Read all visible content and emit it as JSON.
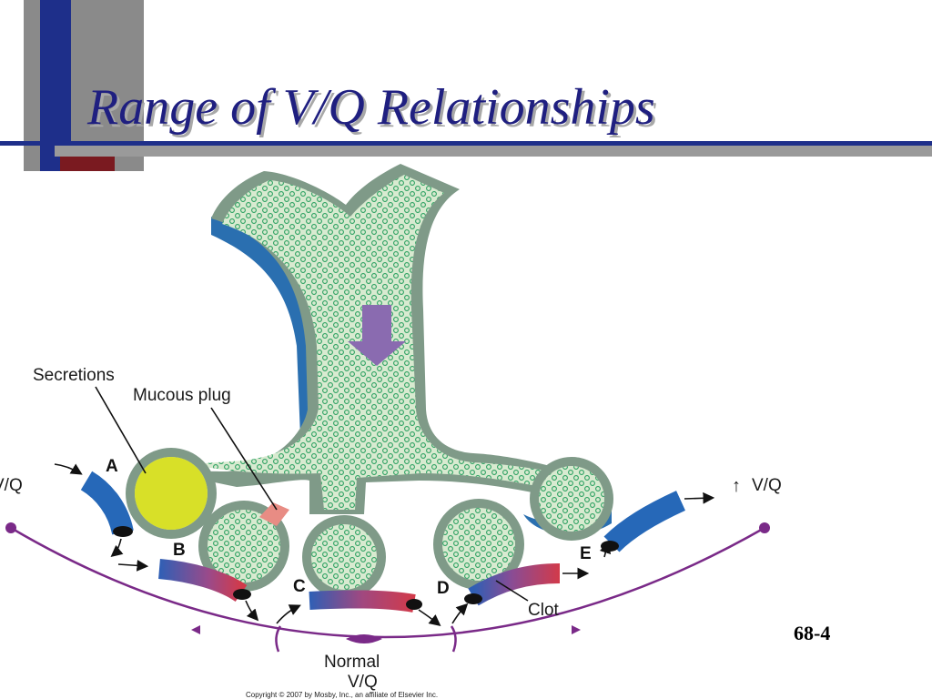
{
  "slide": {
    "title": "Range of V/Q Relationships",
    "number": "68-4"
  },
  "diagram": {
    "labels": {
      "secretions": "Secretions",
      "mucous_plug": "Mucous plug",
      "vq_left": "V/Q",
      "vq_right": "V/Q",
      "up_arrow": "↑",
      "clot": "Clot",
      "normal_line1": "Normal",
      "normal_line2": "V/Q",
      "copyright": "Copyright © 2007 by Mosby, Inc., an affiliate of Elsevier Inc."
    },
    "units": [
      {
        "letter": "A"
      },
      {
        "letter": "B"
      },
      {
        "letter": "C"
      },
      {
        "letter": "D"
      },
      {
        "letter": "E"
      }
    ]
  },
  "colors": {
    "title": "#1f1f80",
    "airway_fill": "#d8ead0",
    "airway_wall": "#7f9a88",
    "alveoli_dots": "#2aa060",
    "capillary_blue": "#2668b8",
    "capillary_red": "#d03545",
    "arc": "#7a2a88",
    "mucus": "#d8e028"
  }
}
